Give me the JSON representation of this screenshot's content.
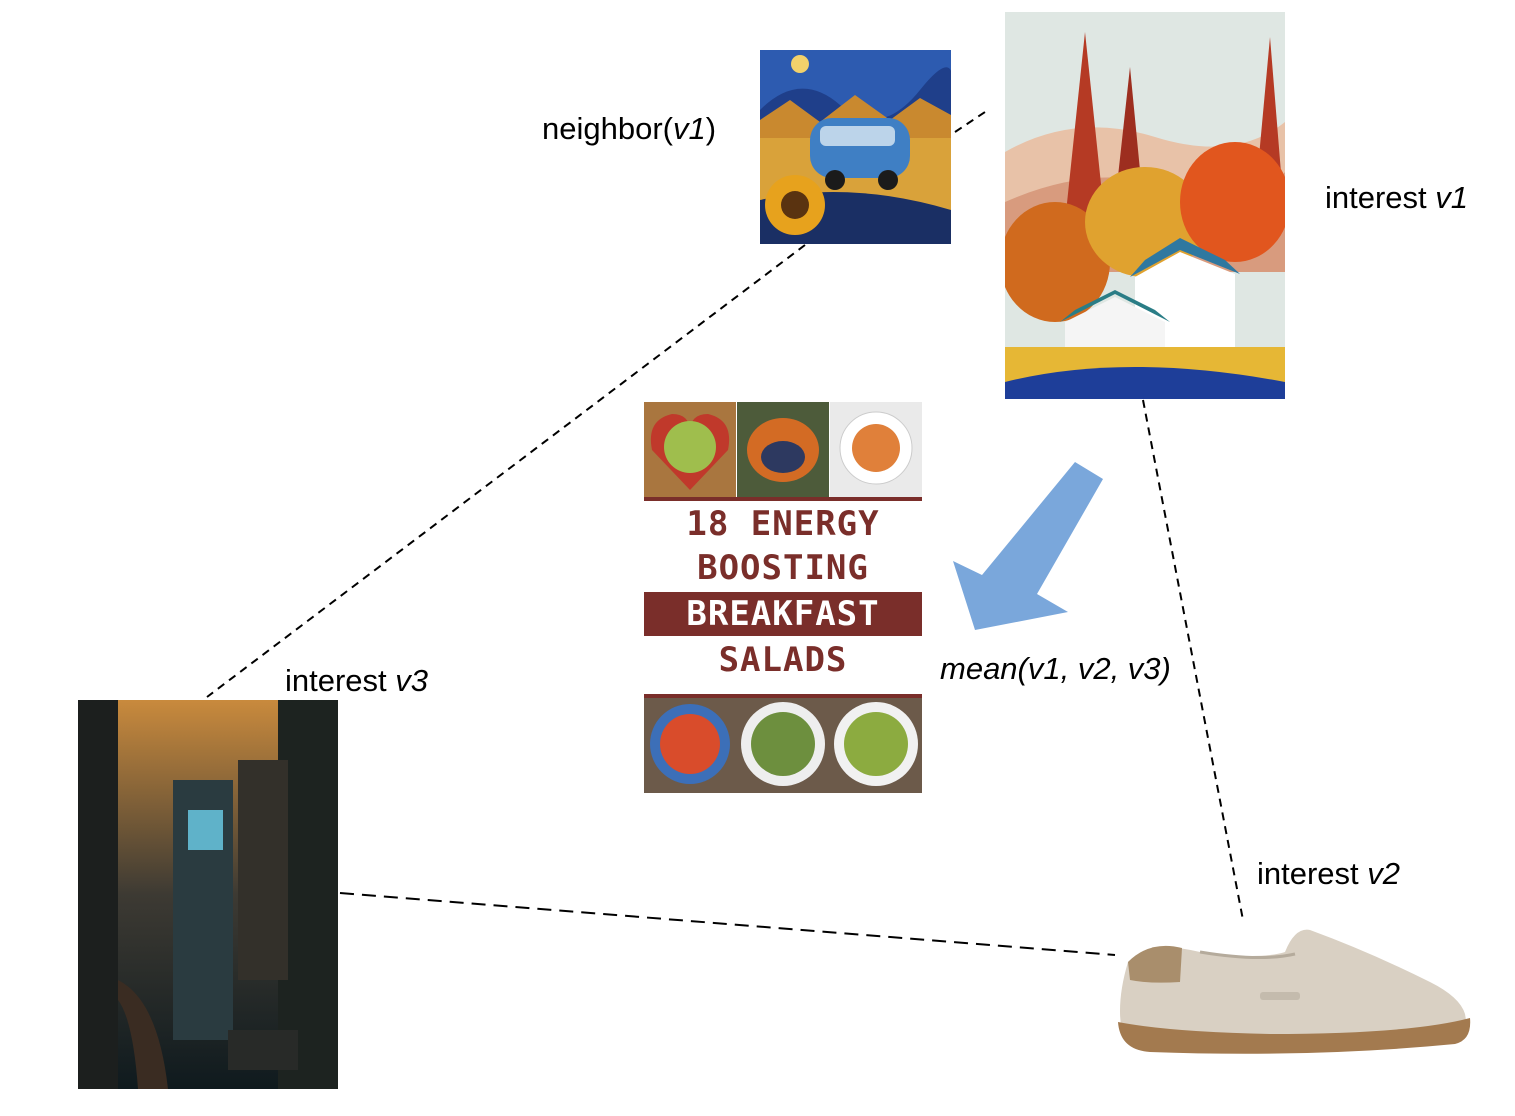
{
  "labels": {
    "neighbor_prefix": "neighbor(",
    "neighbor_var": "v1",
    "neighbor_suffix": ")",
    "interest_v1_prefix": "interest ",
    "interest_v1_var": "v1",
    "interest_v2_prefix": "interest ",
    "interest_v2_var": "v2",
    "interest_v3_prefix": "interest ",
    "interest_v3_var": "v3",
    "mean_label": "mean(v1, v2, v3)"
  },
  "recipe_card": {
    "line1": "18 ENERGY",
    "line2": "BOOSTING",
    "line3": "BREAKFAST",
    "line4": "SALADS"
  },
  "colors": {
    "arrow": "#7aa7db",
    "dashed_line": "#000000",
    "recipe_accent": "#7a2e2a"
  }
}
